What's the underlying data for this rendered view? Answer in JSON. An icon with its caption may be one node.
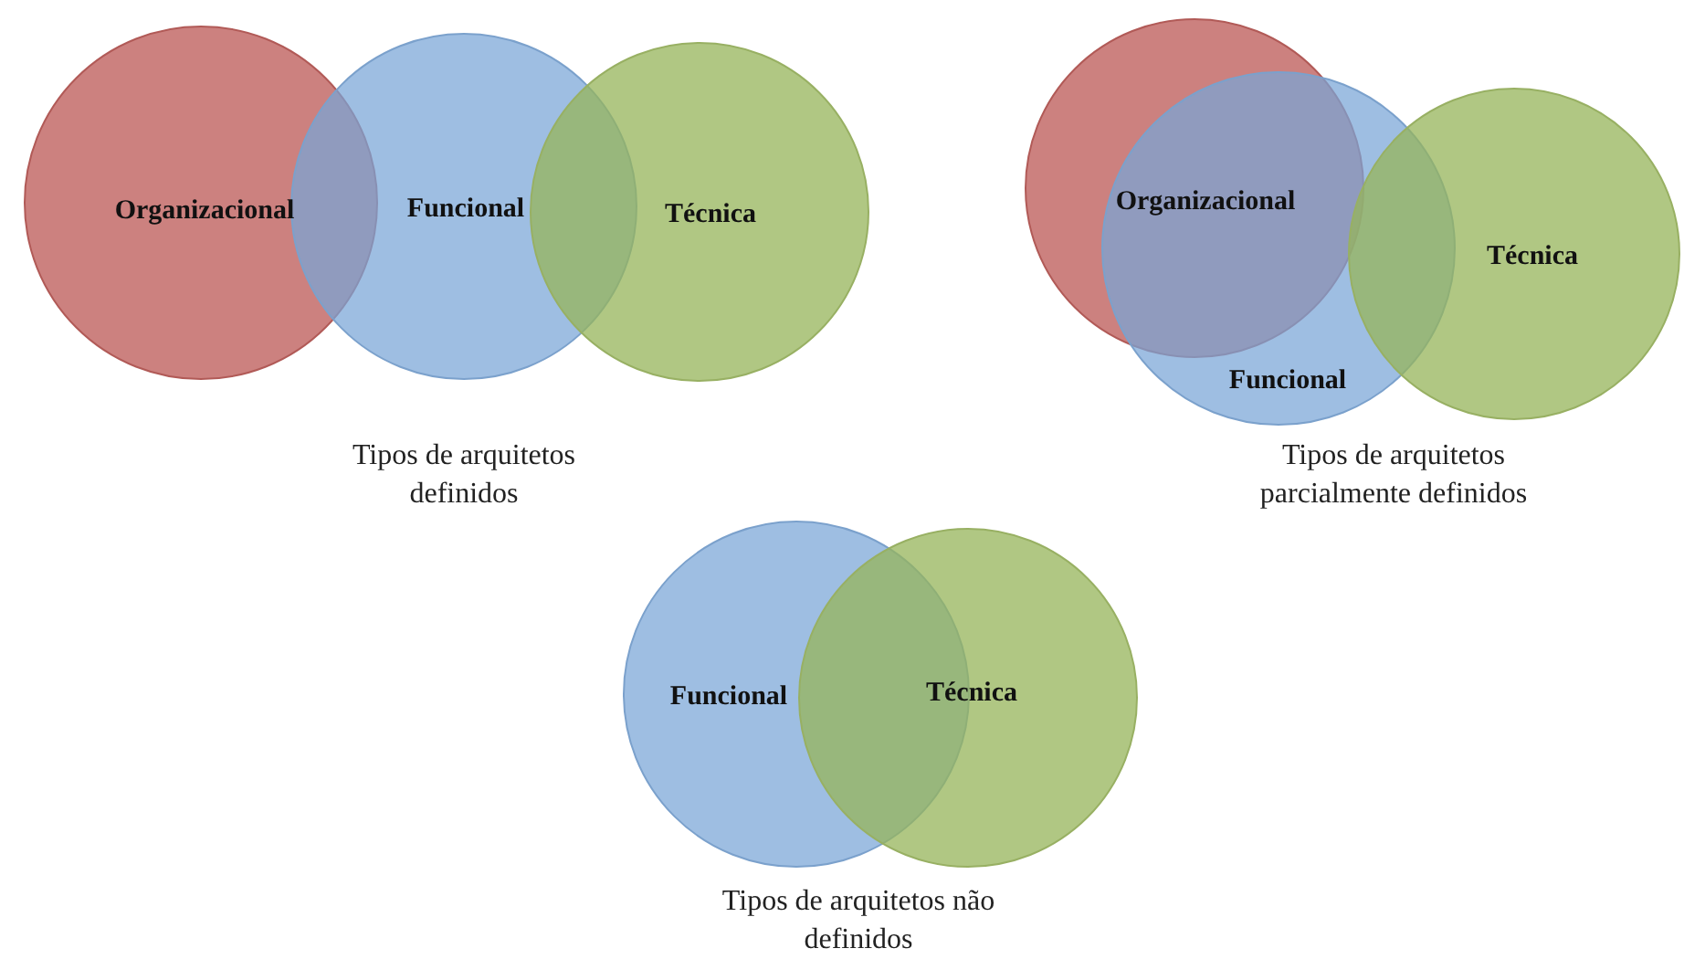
{
  "diagram": {
    "nodes": [
      {
        "text": [
          "Organizacional"
        ]
      },
      {
        "text": [
          "Funcional"
        ]
      },
      {
        "text": [
          "Técnica"
        ]
      },
      {
        "text": [
          "Organizacional"
        ]
      },
      {
        "text": [
          "Funcional"
        ]
      },
      {
        "text": [
          "Técnica"
        ]
      },
      {
        "text": [
          "Funcional"
        ]
      },
      {
        "text": [
          "Técnica"
        ]
      }
    ],
    "edges": [],
    "labels": [
      "Tipos de arquitetos definidos",
      "Tipos de arquitetos parcialmente definidos",
      "Tipos de arquitetos não definidos"
    ]
  }
}
